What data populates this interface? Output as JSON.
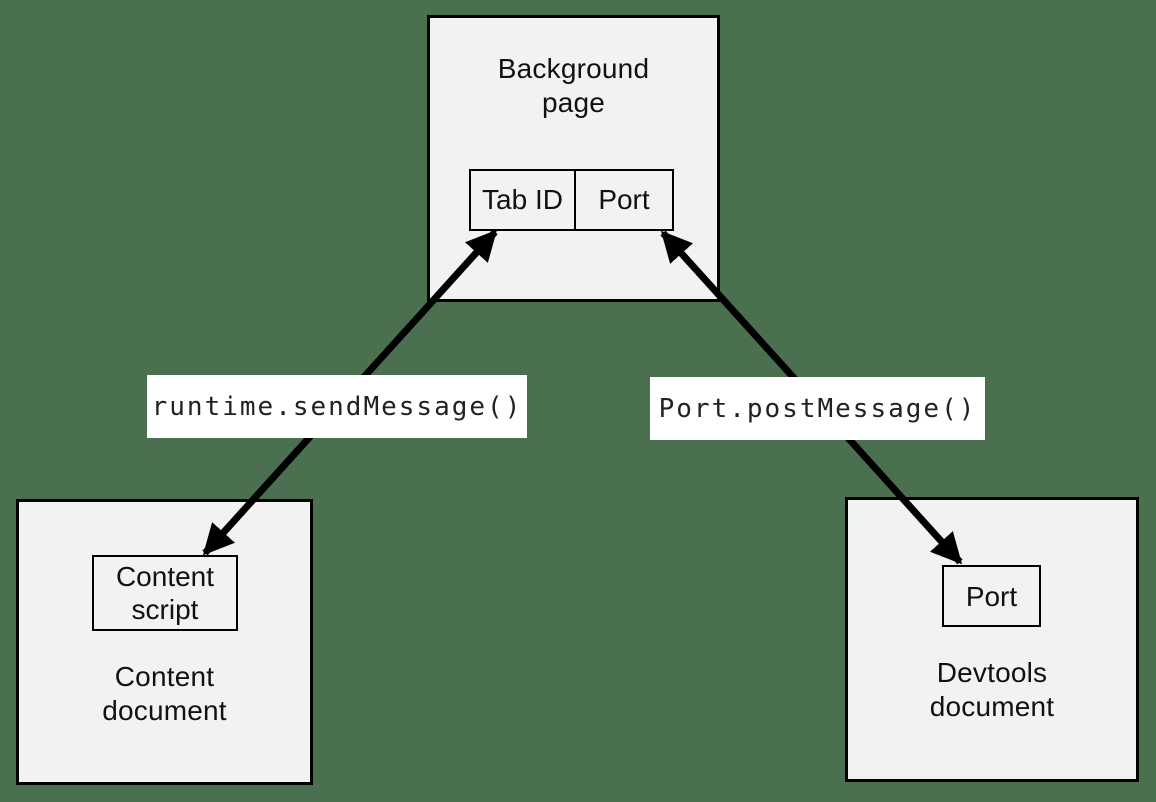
{
  "colors": {
    "canvas_background": "#4a7050",
    "node_fill": "#f2f2f2",
    "node_border": "#000000",
    "label_background": "#ffffff",
    "arrow_color": "#000000",
    "text_color": "#111111"
  },
  "nodes": {
    "background_page": {
      "label": "Background\npage",
      "cells": [
        {
          "label": "Tab ID"
        },
        {
          "label": "Port"
        }
      ]
    },
    "content_document": {
      "label": "Content\ndocument",
      "child": {
        "label": "Content\nscript"
      }
    },
    "devtools_document": {
      "label": "Devtools\ndocument",
      "child": {
        "label": "Port"
      }
    }
  },
  "edges": [
    {
      "label": "runtime.sendMessage()",
      "from": "content-script",
      "to": "background-page-tab-id",
      "bidirectional": true
    },
    {
      "label": "Port.postMessage()",
      "from": "background-page-port",
      "to": "devtools-port",
      "bidirectional": true
    }
  ]
}
